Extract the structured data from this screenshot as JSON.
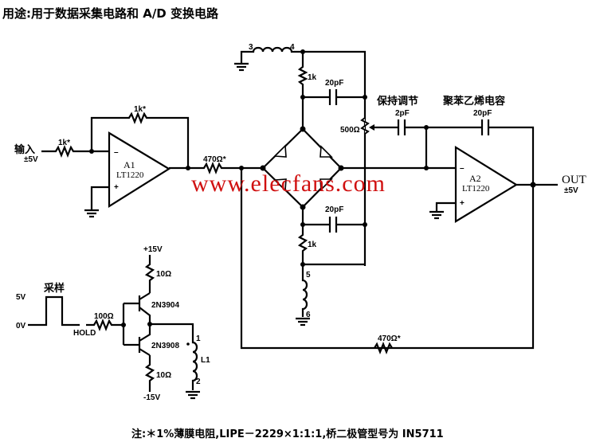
{
  "title": "用途:用于数据采集电路和 A/D 变换电路",
  "labels": {
    "input": "输入",
    "input_range": "±5V",
    "r_in": "1k*",
    "r_fb": "1k*",
    "a1_name": "A1",
    "a1_part": "LT1220",
    "r_series": "470Ω*",
    "inductor_pin3": "3",
    "inductor_pin4": "4",
    "r_top": "1k",
    "c_top": "20pF",
    "pot": "500Ω",
    "hold_adjust": "保持调节",
    "c_hold": "2pF",
    "polystyrene_cap": "聚苯乙烯电容",
    "c_fb2": "20pF",
    "a2_name": "A2",
    "a2_part": "LT1220",
    "out": "OUT",
    "out_range": "±5V",
    "c_bottom": "20pF",
    "r_bottom": "1k",
    "inductor_pin5": "5",
    "inductor_pin6": "6",
    "r_feedback_bottom": "470Ω*",
    "v_pos": "+15V",
    "r_c1": "10Ω",
    "q1": "2N3904",
    "q2": "2N3908",
    "r_c2": "10Ω",
    "v_neg": "-15V",
    "sample": "采样",
    "v_high": "5V",
    "v_low": "0V",
    "hold": "HOLD",
    "r_base": "100Ω",
    "l1": "L1",
    "l1_pin1": "1",
    "l1_pin2": "2"
  },
  "footnote": "注:＊1%薄膜电阻,LIPE－2229×1:1:1,桥二极管型号为 IN5711",
  "watermark": "www.elecfans.com"
}
